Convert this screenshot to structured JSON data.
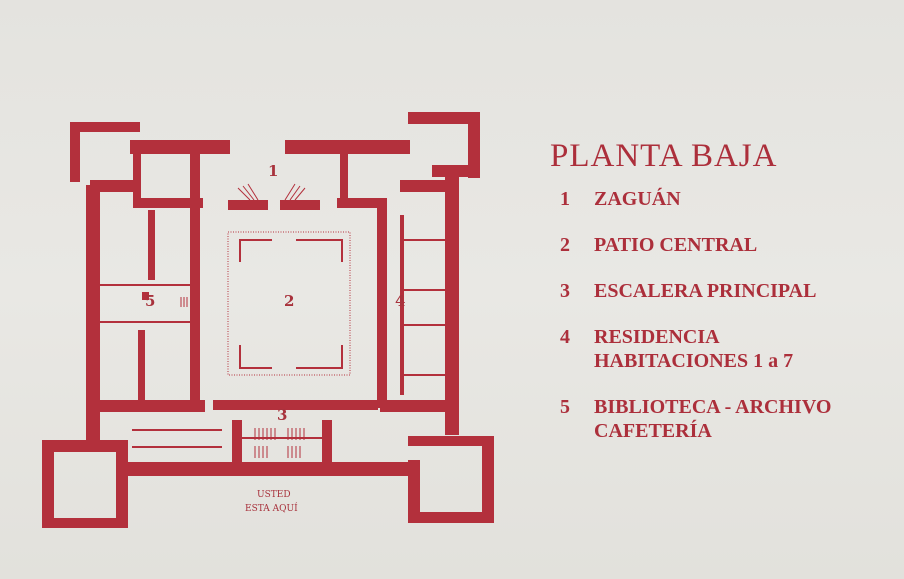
{
  "plan": {
    "room_numbers": [
      "1",
      "2",
      "3",
      "4",
      "5"
    ],
    "you_are_here": [
      "USTED",
      "ESTA AQUÍ"
    ],
    "color": "#b3303c"
  },
  "legend": {
    "title": "PLANTA BAJA",
    "items": [
      {
        "num": "1",
        "lines": [
          "ZAGUÁN"
        ]
      },
      {
        "num": "2",
        "lines": [
          "PATIO CENTRAL"
        ]
      },
      {
        "num": "3",
        "lines": [
          "ESCALERA PRINCIPAL"
        ]
      },
      {
        "num": "4",
        "lines": [
          "RESIDENCIA",
          "HABITACIONES 1 a 7"
        ]
      },
      {
        "num": "5",
        "lines": [
          "BIBLIOTECA - ARCHIVO",
          "CAFETERÍA"
        ]
      }
    ]
  }
}
